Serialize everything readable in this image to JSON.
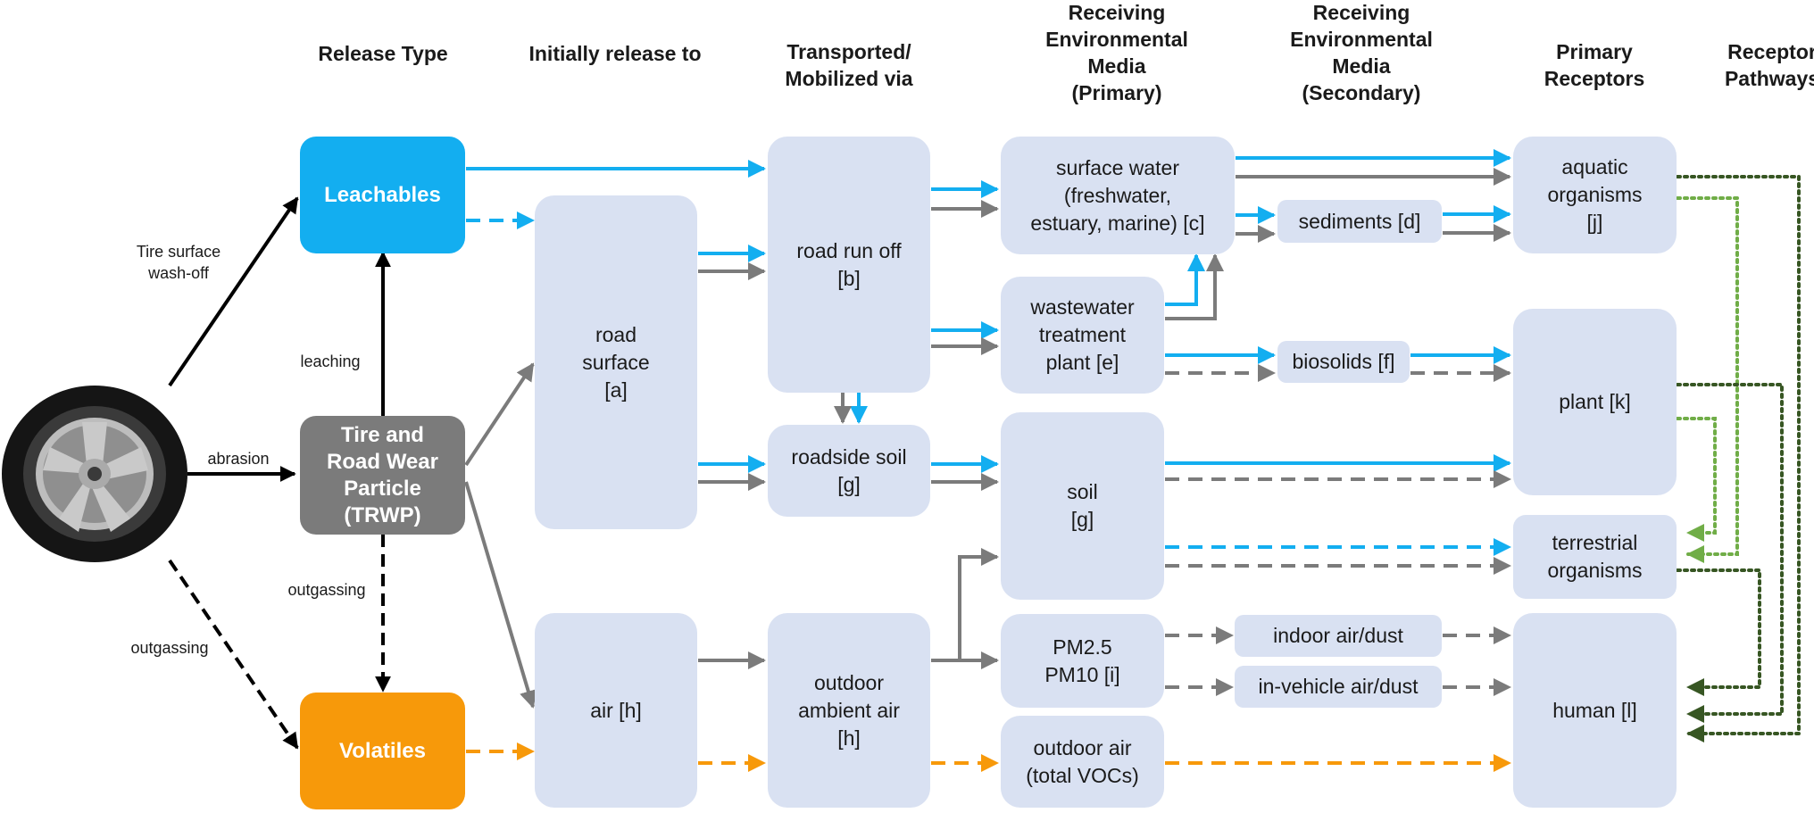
{
  "colors": {
    "blue": "#13aef0",
    "gray": "#7b7b7b",
    "orange": "#f7990a",
    "black": "#000000",
    "dark_green": "#375623",
    "light_green": "#70ad47",
    "box": "#d9e1f2"
  },
  "headers": {
    "release_type": "Release Type",
    "initial": "Initially release to",
    "transported": "Transported/\nMobilized via",
    "primary": "Receiving\nEnvironmental\nMedia\n(Primary)",
    "secondary": "Receiving\nEnvironmental\nMedia\n(Secondary)",
    "receptors": "Primary\nReceptors",
    "pathways": "Receptor\nPathways"
  },
  "release": {
    "tire_icon": "tire-icon",
    "leachables": "Leachables",
    "trwp": "Tire and\nRoad Wear\nParticle\n(TRWP)",
    "volatiles": "Volatiles"
  },
  "edge_labels": {
    "wash_off": "Tire surface\nwash-off",
    "leaching": "leaching",
    "abrasion": "abrasion",
    "outgassing_trwp": "outgassing",
    "outgassing_tire": "outgassing"
  },
  "initial": {
    "road_surface": "road\nsurface\n[a]",
    "air": "air [h]"
  },
  "transport": {
    "road_runoff": "road run off\n[b]",
    "roadside_soil": "roadside soil\n[g]",
    "outdoor_ambient": "outdoor\nambient air\n[h]"
  },
  "primary": {
    "surface_water": "surface water\n(freshwater,\nestuary, marine) [c]",
    "wastewater": "wastewater\ntreatment\nplant [e]",
    "soil": "soil\n[g]",
    "pm": "PM2.5\nPM10 [i]",
    "outdoor_air": "outdoor air\n(total VOCs)"
  },
  "secondary": {
    "sediments": "sediments [d]",
    "biosolids": "biosolids [f]",
    "indoor": "indoor air/dust",
    "in_vehicle": "in-vehicle air/dust"
  },
  "receptors": {
    "aquatic": "aquatic\norganisms\n[j]",
    "plant": "plant [k]",
    "terrestrial": "terrestrial\norganisms",
    "human": "human [l]"
  }
}
